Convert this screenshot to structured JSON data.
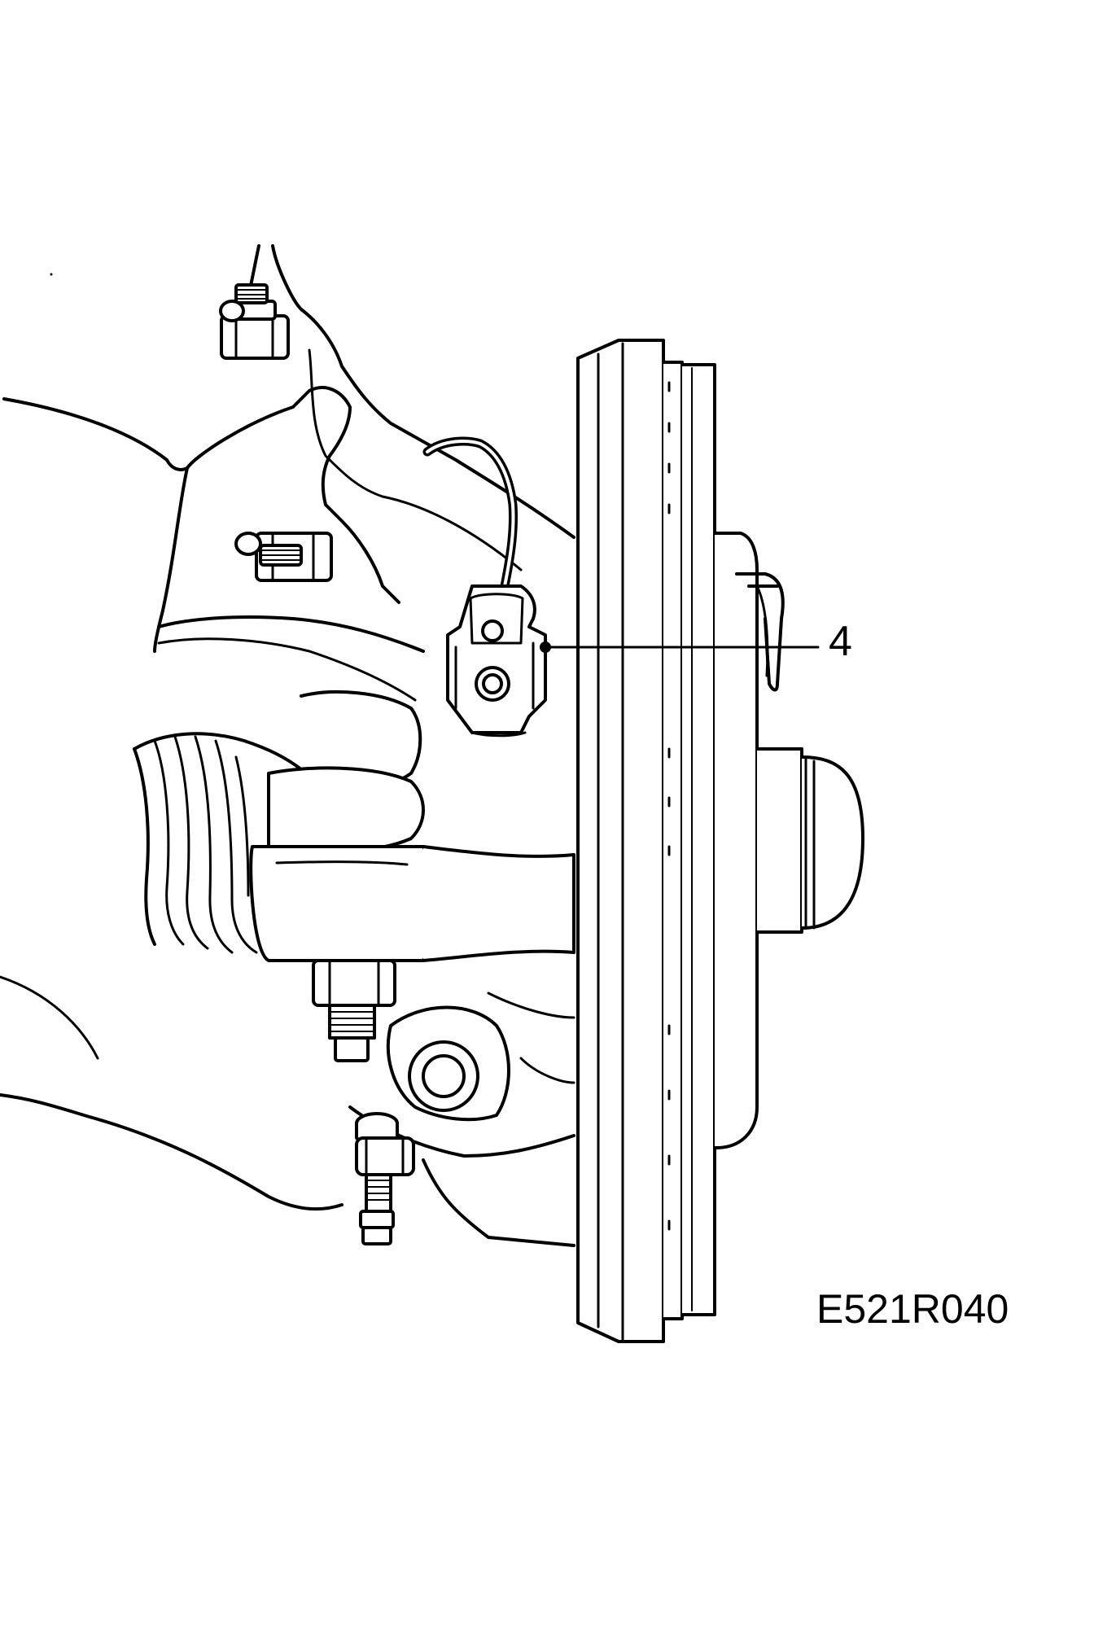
{
  "figure": {
    "callouts": [
      {
        "number": "4",
        "target": "wheel-speed-sensor-connector"
      }
    ],
    "figure_code": "E521R040",
    "line_color": "#000000",
    "background_color": "#ffffff"
  }
}
